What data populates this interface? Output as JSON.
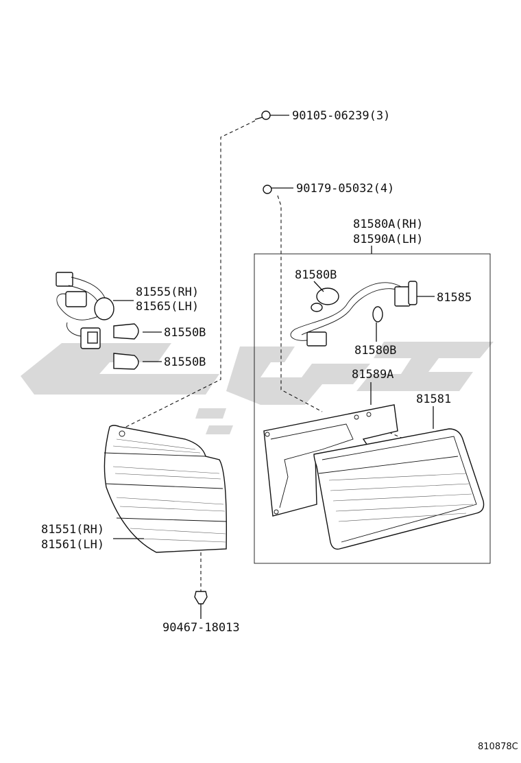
{
  "parts": {
    "screw_top": "90105-06239(3)",
    "nut": "90179-05032(4)",
    "lamp_inner_rh": "81580A(RH)",
    "lamp_inner_lh": "81590A(LH)",
    "socket_wire_rh": "81555(RH)",
    "socket_wire_lh": "81565(LH)",
    "bulb_1": "81550B",
    "bulb_2": "81550B",
    "bulb_inner_1": "81580B",
    "bulb_inner_2": "81580B",
    "socket_inner": "81585",
    "gasket": "81589A",
    "lens_inner": "81581",
    "lamp_outer_rh": "81551(RH)",
    "lamp_outer_lh": "81561(LH)",
    "clip": "90467-18013"
  },
  "diagram_code": "810878C"
}
